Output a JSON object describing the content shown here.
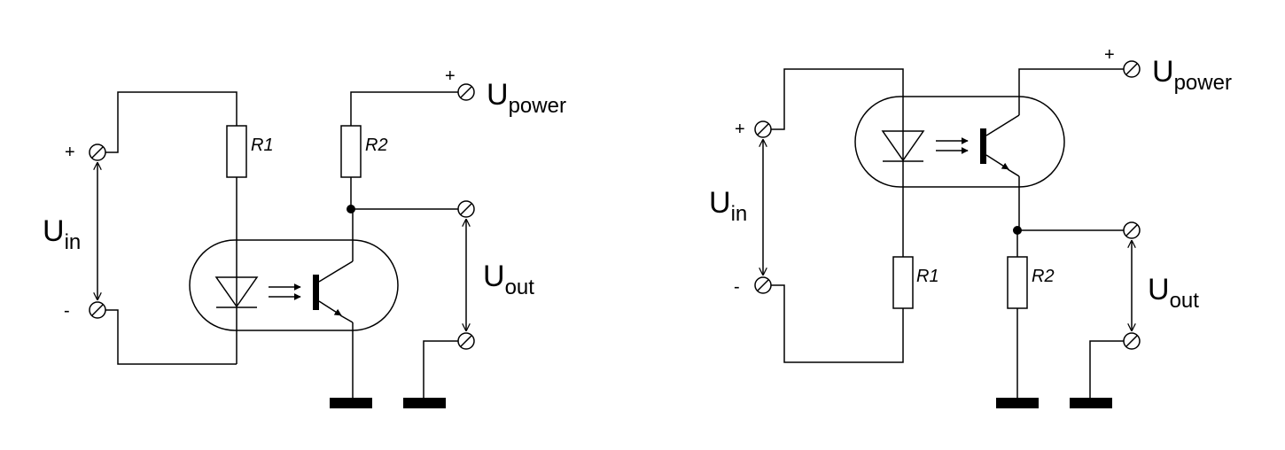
{
  "diagram1": {
    "r1": "R1",
    "r2": "R2",
    "plus": "+",
    "minus": "-",
    "power_plus": "+",
    "uin_main": "U",
    "uin_sub": "in",
    "uout_main": "U",
    "uout_sub": "out",
    "upower_main": "U",
    "upower_sub": "power"
  },
  "diagram2": {
    "r1": "R1",
    "r2": "R2",
    "plus": "+",
    "minus": "-",
    "power_plus": "+",
    "uin_main": "U",
    "uin_sub": "in",
    "uout_main": "U",
    "uout_sub": "out",
    "upower_main": "U",
    "upower_sub": "power"
  }
}
